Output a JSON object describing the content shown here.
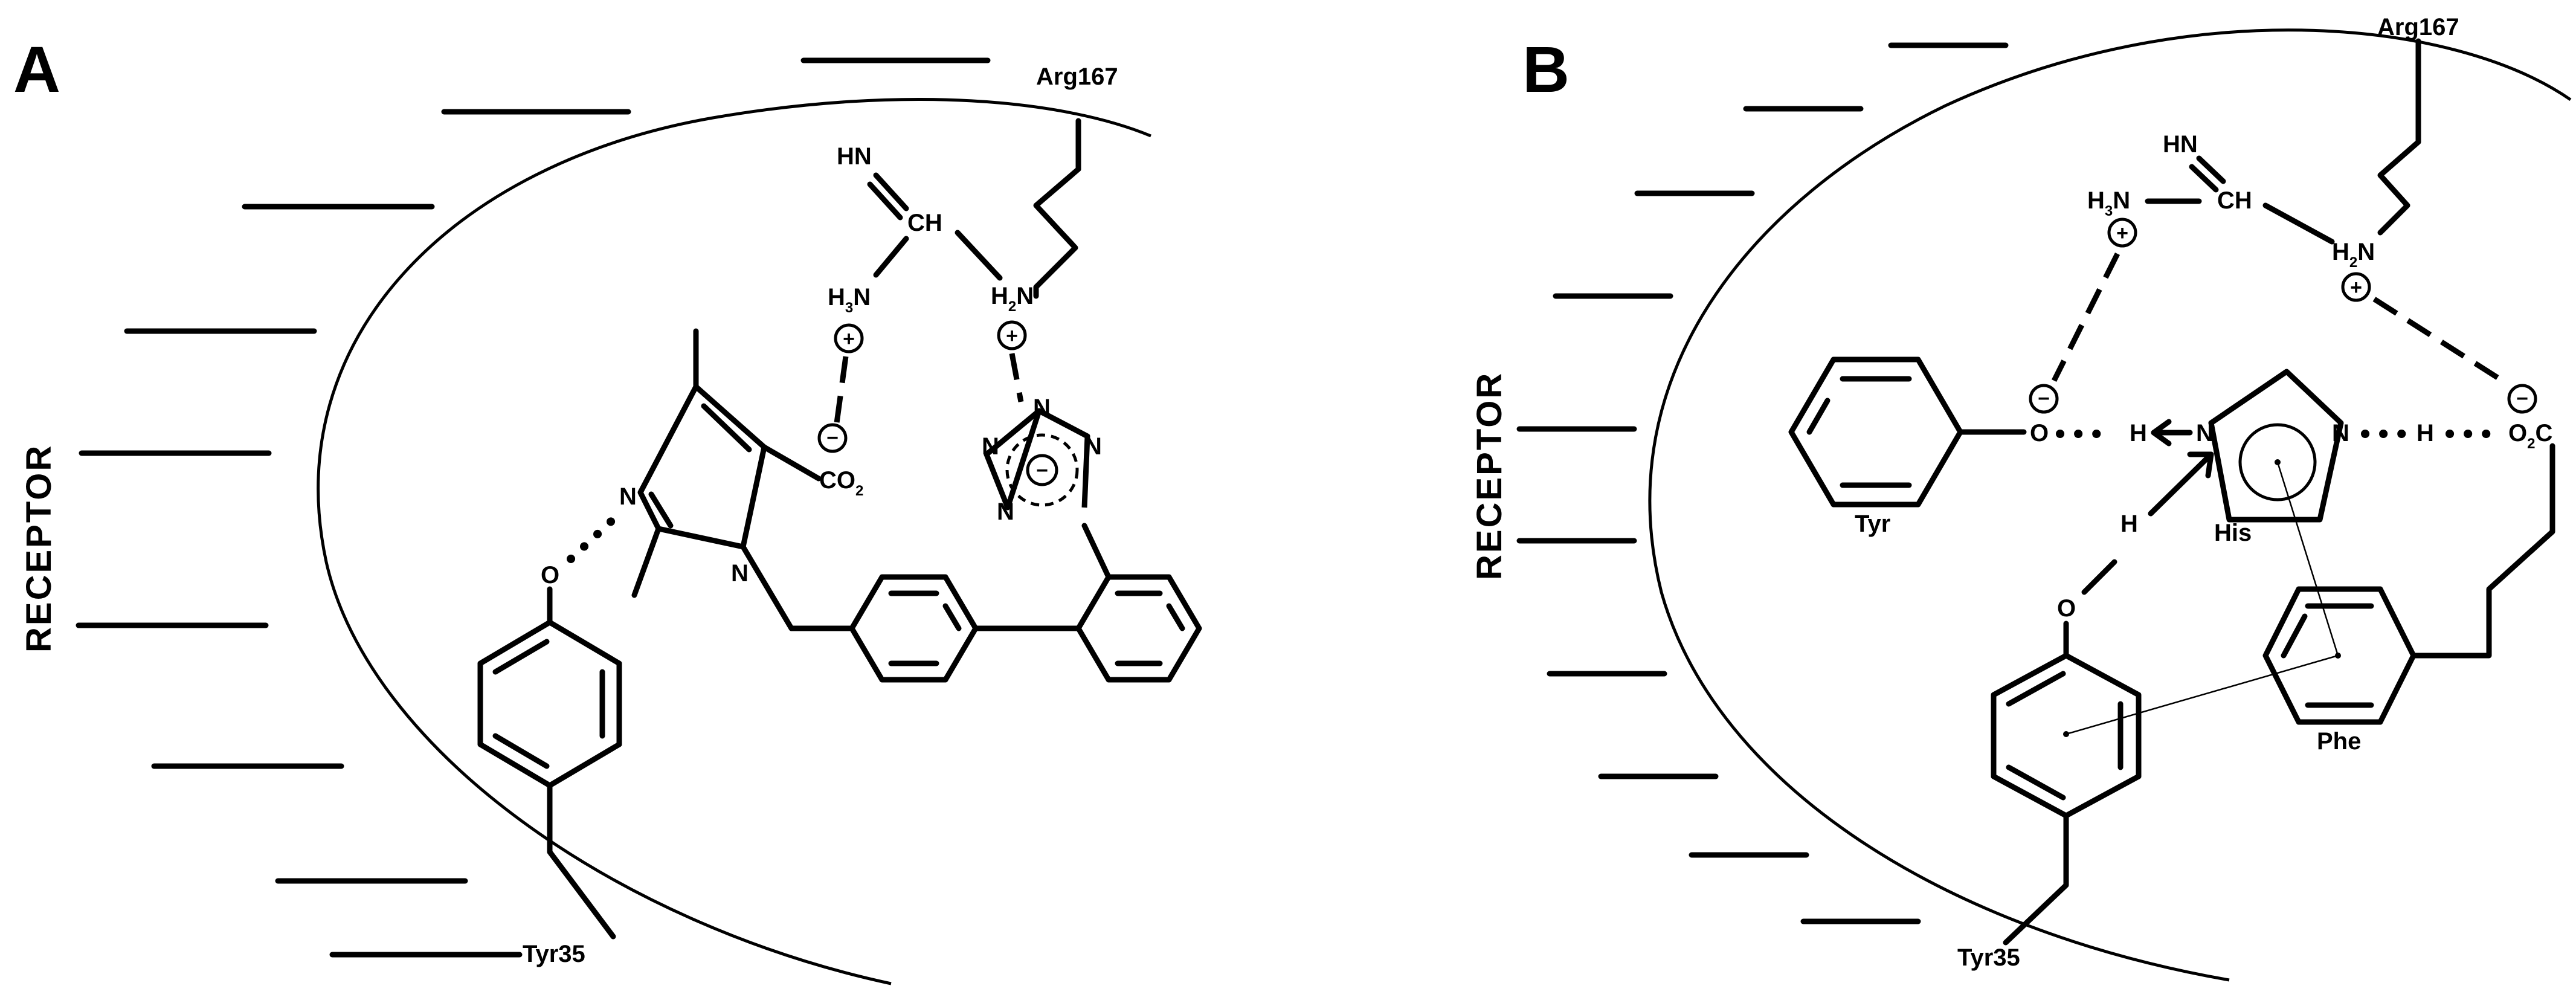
{
  "panels": {
    "a": {
      "letter": "A",
      "receptor_label": "RECEPTOR",
      "residues": {
        "arg": "Arg167",
        "tyr": "Tyr35"
      },
      "atoms": {
        "hn": "HN",
        "ch": "CH",
        "h3n_left": "H",
        "h3n_sub": "3",
        "h3n_right": "N",
        "h2n_left": "H",
        "h2n_sub": "2",
        "h2n_right": "N",
        "n": "N",
        "o": "O",
        "co2_main": "CO",
        "co2_sub": "2"
      },
      "charges": {
        "plus": "+",
        "minus": "−"
      }
    },
    "b": {
      "letter": "B",
      "receptor_label": "RECEPTOR",
      "residues": {
        "arg": "Arg167",
        "tyr": "Tyr35",
        "tyr_ring": "Tyr",
        "his": "His",
        "phe": "Phe"
      },
      "atoms": {
        "hn": "HN",
        "ch": "CH",
        "h3n_left": "H",
        "h3n_sub": "3",
        "h3n_right": "N",
        "h2n_left": "H",
        "h2n_sub": "2",
        "h2n_right": "N",
        "n": "N",
        "o": "O",
        "h": "H",
        "o2c_left": "O",
        "o2c_sub": "2",
        "o2c_right": "C"
      },
      "charges": {
        "plus": "+",
        "minus": "−"
      }
    }
  }
}
